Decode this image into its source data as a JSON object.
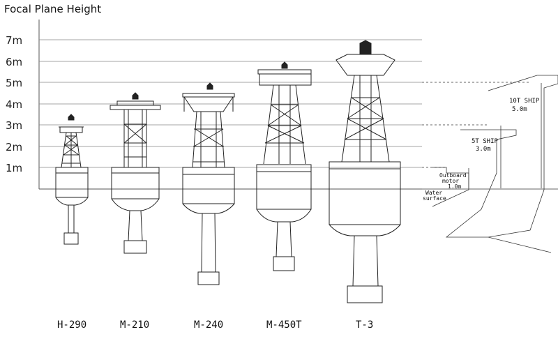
{
  "title": "Focal Plane Height",
  "y_axis": {
    "unit_labels": [
      "1m",
      "2m",
      "3m",
      "4m",
      "5m",
      "6m",
      "7m"
    ]
  },
  "buoys": [
    {
      "name": "H-290"
    },
    {
      "name": "M-210"
    },
    {
      "name": "M-240"
    },
    {
      "name": "M-450T"
    },
    {
      "name": "T-3"
    }
  ],
  "annotations": {
    "water_surface": "Water surface",
    "water_line1": "Water",
    "water_line2": "surface",
    "outboard_line1": "Outboard",
    "outboard_line2": "motor",
    "outboard_height": "1.0m",
    "ship5t_line1": "5T SHIP",
    "ship5t_height": "3.0m",
    "ship10t_line1": "10T SHIP",
    "ship10t_height": "5.0m"
  }
}
